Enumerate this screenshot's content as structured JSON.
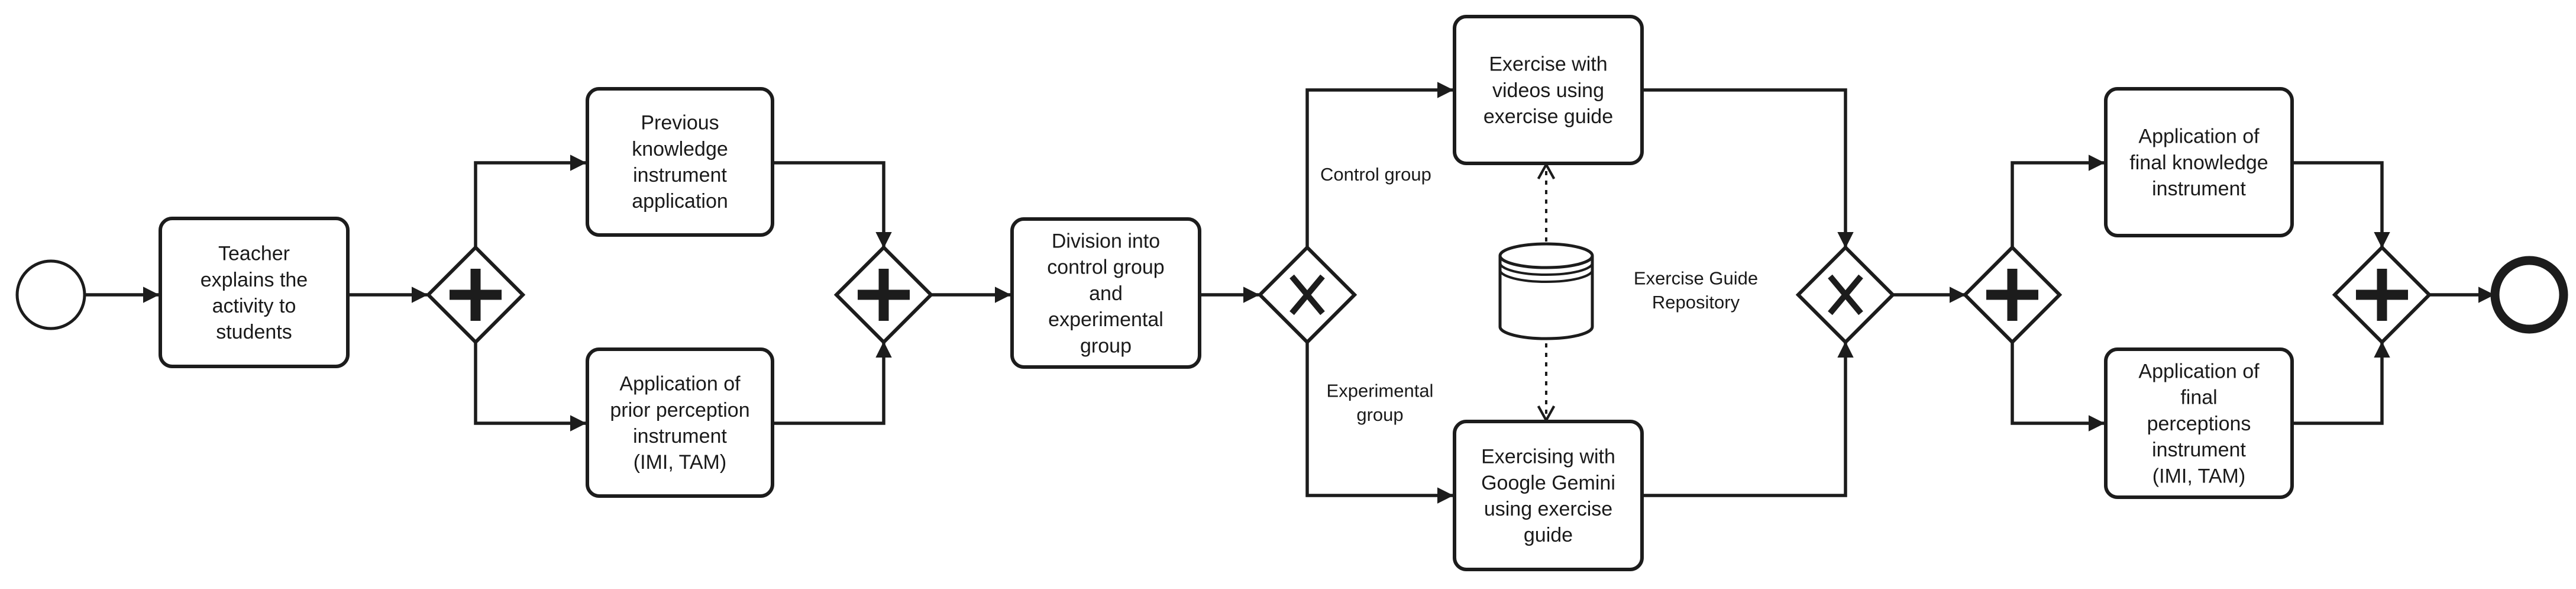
{
  "events": {
    "start": "start-event",
    "end": "end-event"
  },
  "tasks": {
    "teacher": [
      "Teacher",
      "explains the",
      "activity to",
      "students"
    ],
    "previous_knowledge": [
      "Previous",
      "knowledge",
      "instrument",
      "application"
    ],
    "prior_perception": [
      "Application of",
      "prior perception",
      "instrument",
      "(IMI, TAM)"
    ],
    "division": [
      "Division into",
      "control group",
      "and",
      "experimental",
      "group"
    ],
    "exercise_videos": [
      "Exercise with",
      "videos using",
      "exercise guide"
    ],
    "exercise_gemini": [
      "Exercising with",
      "Google Gemini",
      "using exercise",
      "guide"
    ],
    "final_knowledge": [
      "Application of",
      "final knowledge",
      "instrument"
    ],
    "final_perceptions": [
      "Application of",
      "final",
      "perceptions",
      "instrument",
      "(IMI, TAM)"
    ]
  },
  "gateways": {
    "parallel_split_1": "parallel",
    "parallel_join_1": "parallel",
    "exclusive_split": "exclusive",
    "exclusive_join": "exclusive",
    "parallel_split_2": "parallel",
    "parallel_join_2": "parallel"
  },
  "flow_labels": {
    "control": [
      "Control group"
    ],
    "experimental": [
      "Experimental",
      "group"
    ]
  },
  "data_store": {
    "label": [
      "Exercise Guide",
      "Repository"
    ]
  }
}
